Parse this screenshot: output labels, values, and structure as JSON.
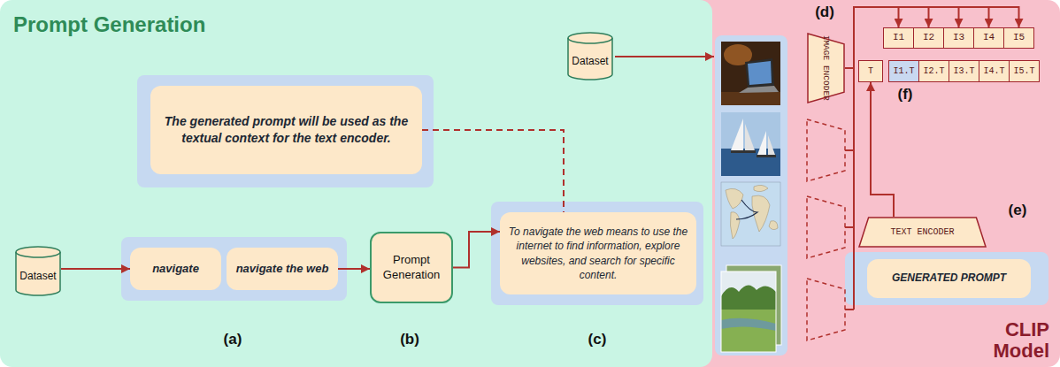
{
  "diagram": {
    "nodes": [
      {
        "text": [
          "Prompt Generation"
        ]
      },
      {
        "text": [
          "The generated prompt will be used as the textual context for the text encoder."
        ],
        "in": 0
      },
      {
        "text": [
          "Dataset"
        ],
        "in": 0
      },
      {
        "text": [
          "Dataset"
        ],
        "in": 0
      },
      {
        "text": [
          "navigate"
        ],
        "in": 0
      },
      {
        "text": [
          "navigate the web"
        ],
        "in": 0
      },
      {
        "text": [
          "Prompt Generation"
        ],
        "in": 0
      },
      {
        "text": [
          "To navigate the web means to use the internet to find information, explore websites, and search for specific content."
        ],
        "in": 0
      },
      {
        "text": [
          "CLIP Model"
        ]
      },
      {
        "text": [
          "IMAGE ENCODER"
        ],
        "in": 8
      },
      {
        "text": [
          "I1"
        ],
        "in": 8
      },
      {
        "text": [
          "I2"
        ],
        "in": 8
      },
      {
        "text": [
          "I3"
        ],
        "in": 8
      },
      {
        "text": [
          "I4"
        ],
        "in": 8
      },
      {
        "text": [
          "I5"
        ],
        "in": 8
      },
      {
        "text": [
          "T"
        ],
        "in": 8
      },
      {
        "text": [
          "I1.T"
        ],
        "in": 8
      },
      {
        "text": [
          "I2.T"
        ],
        "in": 8
      },
      {
        "text": [
          "I3.T"
        ],
        "in": 8
      },
      {
        "text": [
          "I4.T"
        ],
        "in": 8
      },
      {
        "text": [
          "I5.T"
        ],
        "in": 8
      },
      {
        "text": [
          "TEXT ENCODER"
        ],
        "in": 8
      },
      {
        "text": [
          "GENERATED PROMPT"
        ],
        "in": 8
      }
    ],
    "edges": [
      {
        "from": 3,
        "to": 4,
        "arrow": "to"
      },
      {
        "from": 5,
        "to": 6,
        "arrow": "to"
      },
      {
        "from": 6,
        "to": 7,
        "arrow": "to"
      },
      {
        "from": 1,
        "to": 7,
        "arrow": "none"
      },
      {
        "from": 9,
        "to": 10,
        "arrow": "to"
      },
      {
        "from": 9,
        "to": 11,
        "arrow": "to"
      },
      {
        "from": 9,
        "to": 12,
        "arrow": "to"
      },
      {
        "from": 9,
        "to": 13,
        "arrow": "to"
      },
      {
        "from": 9,
        "to": 14,
        "arrow": "to"
      },
      {
        "from": 21,
        "to": 15,
        "arrow": "to"
      }
    ],
    "labels": [
      "(a)",
      "(b)",
      "(c)",
      "(d)",
      "(e)",
      "(f)"
    ]
  }
}
